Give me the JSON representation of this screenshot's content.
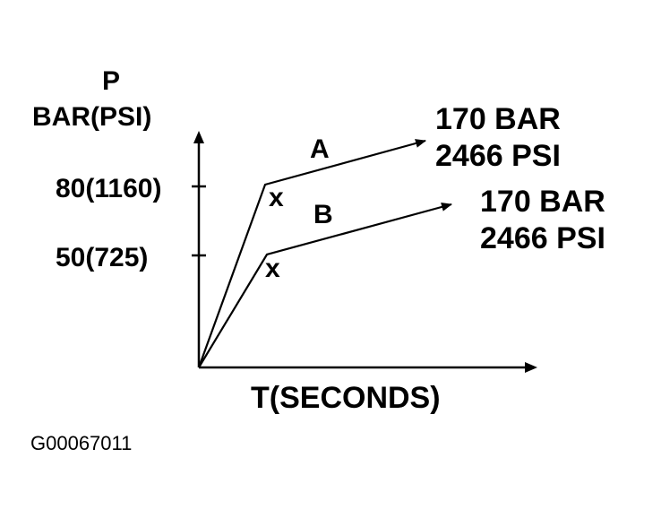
{
  "diagram": {
    "y_axis_symbol": "P",
    "y_axis_unit": "BAR(PSI)",
    "x_axis_label": "T(SECONDS)",
    "y_ticks": [
      {
        "label": "80(1160)"
      },
      {
        "label": "50(725)"
      }
    ],
    "curves": [
      {
        "name": "A",
        "knee_marker": "x",
        "end_label_line1": "170 BAR",
        "end_label_line2": "2466 PSI"
      },
      {
        "name": "B",
        "knee_marker": "x",
        "end_label_line1": "170 BAR",
        "end_label_line2": "2466 PSI"
      }
    ],
    "figure_id": "G00067011"
  }
}
